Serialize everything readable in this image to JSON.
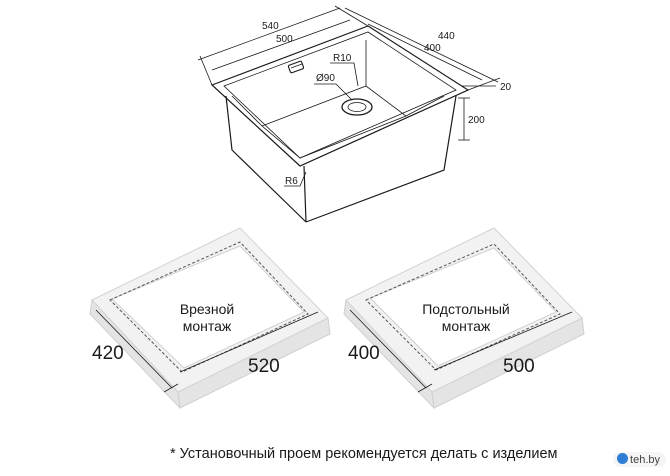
{
  "sink": {
    "dim_540": "540",
    "dim_500": "500",
    "dim_440": "440",
    "dim_400": "400",
    "dim_20": "20",
    "dim_200": "200",
    "r10": "R10",
    "d90": "Ø90",
    "r6": "R6"
  },
  "cutout_left": {
    "caption_line1": "Врезной",
    "caption_line2": "монтаж",
    "depth": "420",
    "width": "520"
  },
  "cutout_right": {
    "caption_line1": "Подстольный",
    "caption_line2": "монтаж",
    "depth": "400",
    "width": "500"
  },
  "footnote": "* Установочный проем рекомендуется делать с изделием",
  "watermark": "teh.by"
}
